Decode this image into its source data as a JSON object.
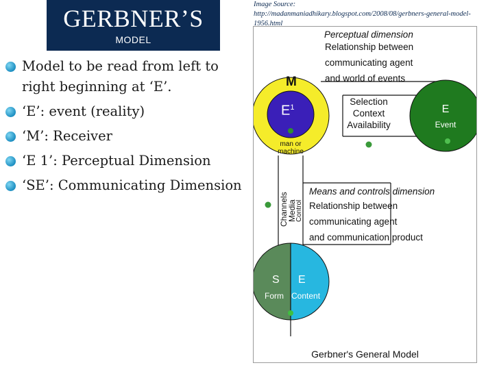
{
  "title": {
    "main": "GERBNER’S",
    "sub": "MODEL"
  },
  "source": {
    "label": "Image Source:",
    "url": "http://madanmaniadhikary.blogspot.com/2008/08/gerbners-general-model-1956.html"
  },
  "bullets": [
    "Model to be read from left to right beginning at ‘E’.",
    "‘E’: event (reality)",
    "‘M’: Receiver",
    "‘E 1’: Perceptual Dimension",
    "‘SE’: Communicating Dimension"
  ],
  "diagram": {
    "perceptual_title": "Perceptual dimension",
    "perceptual_desc": [
      "Relationship between",
      "communicating agent",
      "and world of events"
    ],
    "selection": [
      "Selection",
      "Context",
      "Availability"
    ],
    "m_circle": {
      "label": "M",
      "inner": "E",
      "sup": "1",
      "sub": [
        "man or",
        "machine"
      ]
    },
    "e_circle": {
      "label": "E",
      "sub": "Event"
    },
    "channels": [
      "Channels",
      "Media",
      "Control"
    ],
    "means_title": "Means and controls dimension",
    "means_desc": [
      "Relationship between",
      "communicating agent",
      "and communication product"
    ],
    "s_circle": {
      "s": "S",
      "e": "E",
      "form": "Form",
      "content": "Content"
    },
    "caption": "Gerbner's General Model"
  },
  "colors": {
    "title_bg": "#0c2a52",
    "yellow": "#f5ec2a",
    "purple": "#3a1fb8",
    "green": "#1f7a1f",
    "s_green": "#5a8a5a",
    "cyan": "#27b7e0"
  }
}
